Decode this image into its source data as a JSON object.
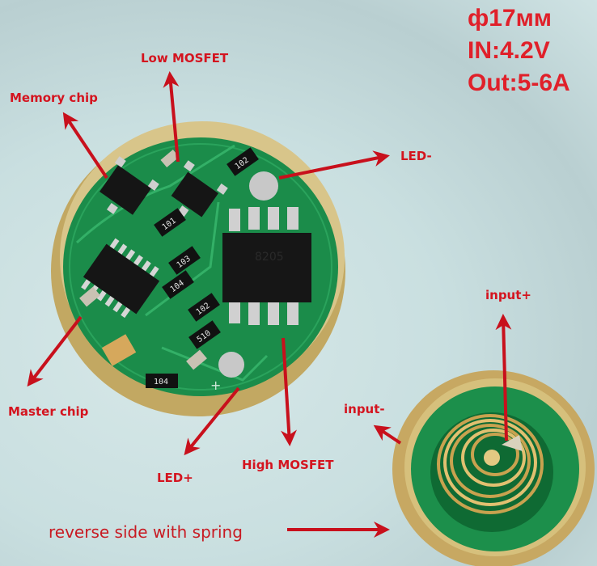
{
  "specs": {
    "diameter": "ф17мм",
    "input": "IN:4.2V",
    "output": "Out:5-6A"
  },
  "labels": {
    "low_mosfet": "Low MOSFET",
    "memory_chip": "Memory chip",
    "led_minus": "LED-",
    "master_chip": "Master chip",
    "led_plus": "LED+",
    "high_mosfet": "High MOSFET",
    "input_plus": "input+",
    "input_minus": "input-",
    "reverse_side": "reverse side with spring"
  },
  "components": {
    "resistors": [
      "101",
      "103",
      "104",
      "102",
      "510",
      "104",
      "102"
    ],
    "driver_ic_marking": "8205"
  },
  "colors": {
    "annotation_red": "#d4141f",
    "pcb_green": "#1a8a48",
    "gold_rim": "#c9b16a",
    "background": "#cfe2e3"
  }
}
